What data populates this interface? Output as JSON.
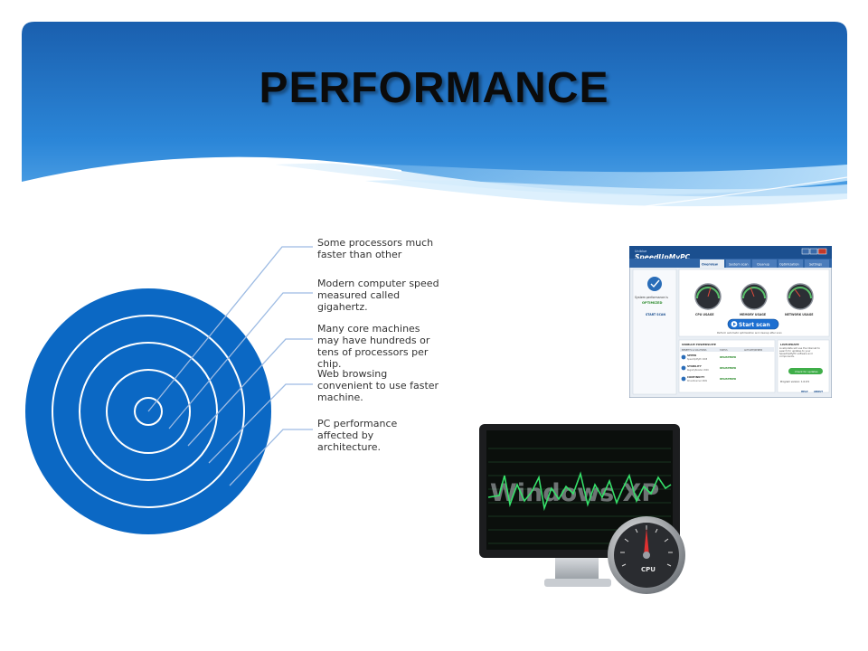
{
  "slide": {
    "title": "PERFORMANCE",
    "bullets": [
      "Some processors much faster than other",
      "Modern computer speed measured called gigahertz.",
      "Many core machines may have hundreds or tens of processors per chip.",
      "Web browsing convenient to use faster machine.",
      "PC performance affected by architecture."
    ]
  },
  "screenshot_app": {
    "brand_small": "Uniblue",
    "brand_name": "SpeedUpMyPC",
    "tabs": [
      "Overview",
      "System scan",
      "Cleanup",
      "Optimization",
      "Settings"
    ],
    "status_line": "System performance is",
    "status_value": "OPTIMIZED",
    "start_link": "START SCAN",
    "gauges": [
      "CPU USAGE",
      "MEMORY USAGE",
      "NETWORK USAGE"
    ],
    "scan_button": "Start scan",
    "scan_note": "Perform automatic optimization and cleanup after scan",
    "powersuite_header": "UNIBLUE POWERSUITE",
    "table_headers": [
      "BENEFITS & SOLUTIONS",
      "STATUS",
      "ACTIVATE/RENEW"
    ],
    "rows": [
      {
        "name": "SPEED",
        "product": "SpeedUpMyPC 2008",
        "status": "REGISTERED"
      },
      {
        "name": "STABILITY",
        "product": "RegistryBooster 2009",
        "status": "REGISTERED"
      },
      {
        "name": "CONTINUITY",
        "product": "DriverScanner 2009",
        "status": "REGISTERED"
      }
    ],
    "liveupdate_header": "LIVEUPDATE",
    "liveupdate_text": "LiveUpdate will use the Internet to search for updates to your SpeedUpMyPC software and components.",
    "update_button": "Check for updates",
    "program_version": "Program version: 1.0.0.5",
    "footer_links": [
      "HELP",
      "ABOUT"
    ]
  },
  "screenshot_monitor": {
    "screen_text": "Windows XP",
    "gauge_label": "CPU"
  },
  "colors": {
    "header_blue": "#1565c0",
    "header_light": "#3f9be4",
    "target_blue": "#0b68c4",
    "ring_white": "#ffffff",
    "connector_line": "#9dbbe3",
    "text_dark": "#333333"
  }
}
